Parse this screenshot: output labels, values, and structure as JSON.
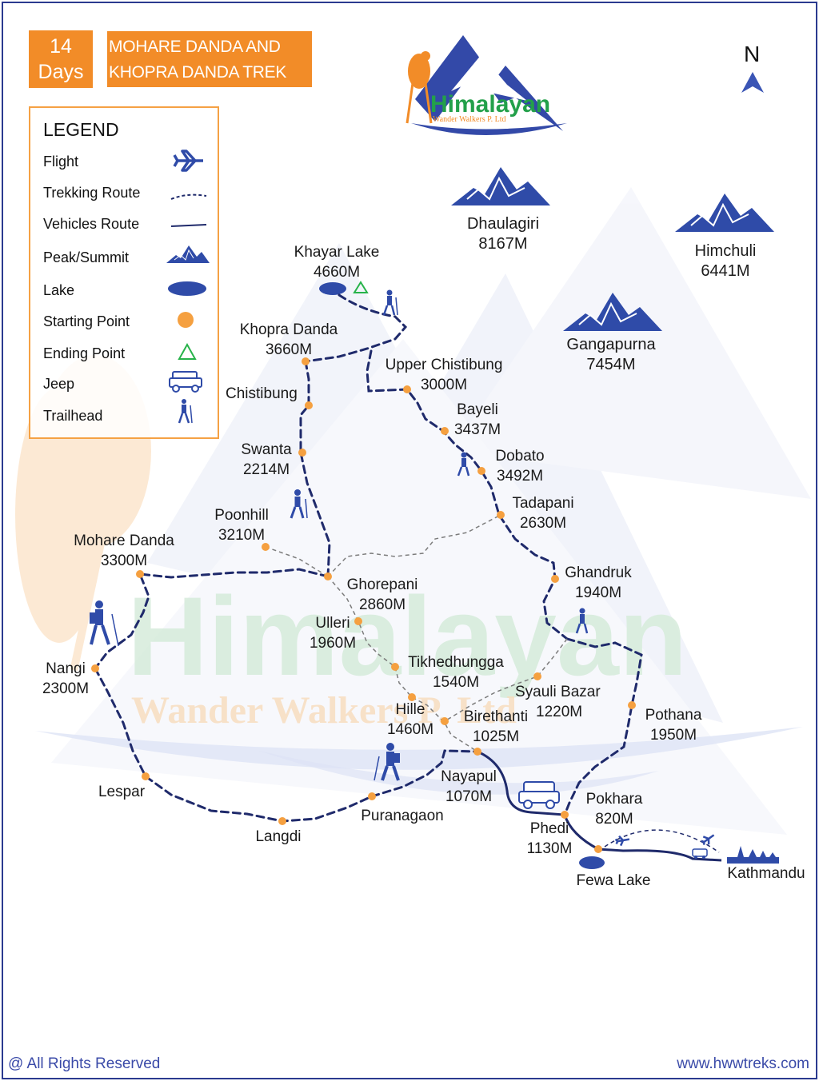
{
  "header": {
    "days_number": "14",
    "days_word": "Days",
    "title_line1": "MOHARE DANDA AND",
    "title_line2": "KHOPRA DANDA TREK"
  },
  "logo": {
    "brand": "Himalayan",
    "sub": "Wander Walkers P. Ltd"
  },
  "watermark": {
    "brand": "Himalayan",
    "sub": "Wander Walkers P. Ltd"
  },
  "north": "N",
  "legend": {
    "title": "LEGEND",
    "items": [
      {
        "label": "Flight",
        "icon": "plane-icon"
      },
      {
        "label": "Trekking Route",
        "icon": "dashed-line-icon"
      },
      {
        "label": "Vehicles Route",
        "icon": "solid-line-icon"
      },
      {
        "label": "Peak/Summit",
        "icon": "mountain-icon"
      },
      {
        "label": "Lake",
        "icon": "lake-icon"
      },
      {
        "label": "Starting Point",
        "icon": "orange-dot-icon"
      },
      {
        "label": "Ending Point",
        "icon": "green-triangle-icon"
      },
      {
        "label": "Jeep",
        "icon": "jeep-icon"
      },
      {
        "label": "Trailhead",
        "icon": "hiker-icon"
      }
    ]
  },
  "peaks": [
    {
      "name": "Dhaulagiri",
      "alt": "8167M"
    },
    {
      "name": "Himchuli",
      "alt": "6441M"
    },
    {
      "name": "Gangapurna",
      "alt": "7454M"
    }
  ],
  "places": [
    {
      "name": "Khayar Lake",
      "alt": "4660M"
    },
    {
      "name": "Khopra Danda",
      "alt": "3660M"
    },
    {
      "name": "Upper Chistibung",
      "alt": "3000M"
    },
    {
      "name": "Chistibung",
      "alt": ""
    },
    {
      "name": "Bayeli",
      "alt": "3437M"
    },
    {
      "name": "Dobato",
      "alt": "3492M"
    },
    {
      "name": "Swanta",
      "alt": "2214M"
    },
    {
      "name": "Tadapani",
      "alt": "2630M"
    },
    {
      "name": "Poonhill",
      "alt": "3210M"
    },
    {
      "name": "Mohare Danda",
      "alt": "3300M"
    },
    {
      "name": "Ghorepani",
      "alt": "2860M"
    },
    {
      "name": "Ghandruk",
      "alt": "1940M"
    },
    {
      "name": "Ulleri",
      "alt": "1960M"
    },
    {
      "name": "Nangi",
      "alt": "2300M"
    },
    {
      "name": "Tikhedhungga",
      "alt": "1540M"
    },
    {
      "name": "Syauli Bazar",
      "alt": "1220M"
    },
    {
      "name": "Hille",
      "alt": "1460M"
    },
    {
      "name": "Birethanti",
      "alt": "1025M"
    },
    {
      "name": "Pothana",
      "alt": "1950M"
    },
    {
      "name": "Nayapul",
      "alt": "1070M"
    },
    {
      "name": "Lespar",
      "alt": ""
    },
    {
      "name": "Pokhara",
      "alt": "820M"
    },
    {
      "name": "Puranagaon",
      "alt": ""
    },
    {
      "name": "Phedi",
      "alt": "1130M"
    },
    {
      "name": "Langdi",
      "alt": ""
    },
    {
      "name": "Fewa Lake",
      "alt": ""
    },
    {
      "name": "Kathmandu",
      "alt": ""
    }
  ],
  "footer": {
    "left": "@ All Rights Reserved",
    "right": "www.hwwtreks.com"
  },
  "colors": {
    "route_navy": "#1f2a6b",
    "accent_orange": "#f28c28",
    "dot_orange": "#f5a040",
    "peak_blue": "#2f4ba8",
    "watermark_green": "#d3ecd8",
    "end_green": "#27b34a"
  }
}
